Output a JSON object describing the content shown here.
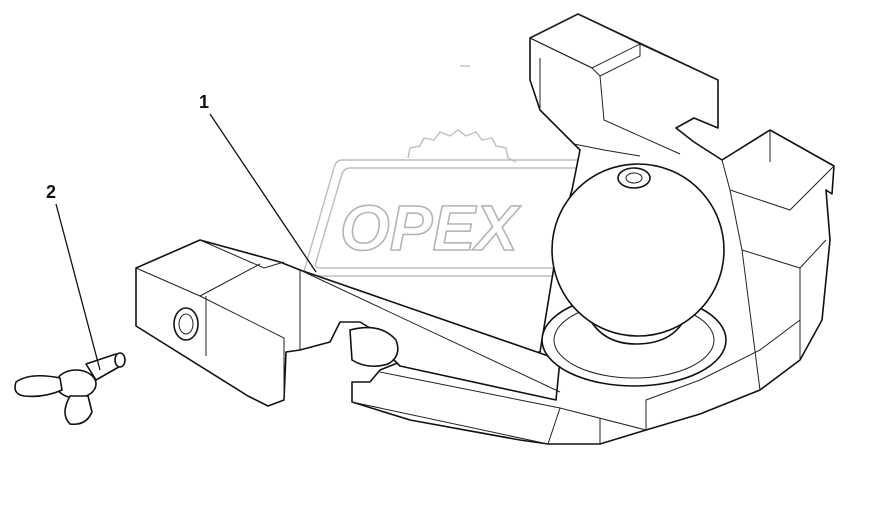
{
  "callouts": {
    "part_1": "1",
    "part_2": "2"
  },
  "watermark": {
    "text": "OPEX",
    "color": "#b4b4b4"
  },
  "colors": {
    "line": "#111111",
    "background": "#ffffff"
  }
}
